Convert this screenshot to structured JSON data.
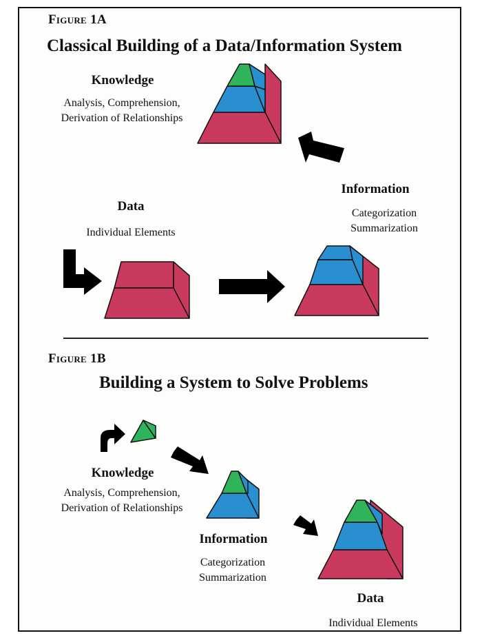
{
  "figure_a": {
    "label": "Figure 1A",
    "title": "Classical Building of a Data/Information System",
    "knowledge": {
      "heading": "Knowledge",
      "line1": "Analysis, Comprehension,",
      "line2": "Derivation of Relationships"
    },
    "information": {
      "heading": "Information",
      "line1": "Categorization",
      "line2": "Summarization"
    },
    "data": {
      "heading": "Data",
      "line1": "Individual Elements"
    }
  },
  "figure_b": {
    "label": "Figure 1B",
    "title": "Building a System to Solve Problems",
    "knowledge": {
      "heading": "Knowledge",
      "line1": "Analysis, Comprehension,",
      "line2": "Derivation of Relationships"
    },
    "information": {
      "heading": "Information",
      "line1": "Categorization",
      "line2": "Summarization"
    },
    "data": {
      "heading": "Data",
      "line1": "Individual Elements"
    }
  },
  "colors": {
    "data_layer": "#c93a5e",
    "information_layer": "#2a8fd1",
    "knowledge_layer": "#2fb45c",
    "outline": "#111111",
    "arrow": "#000000"
  }
}
